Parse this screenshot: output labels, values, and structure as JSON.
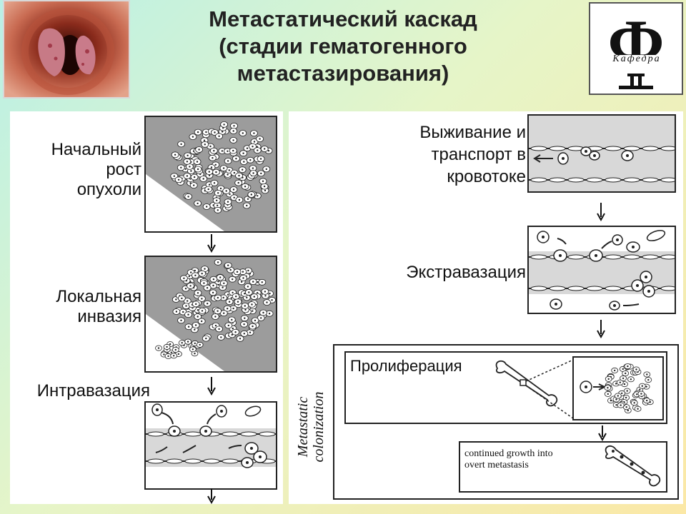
{
  "header": {
    "title_line1": "Метастатический каскад",
    "title_line2": "(стадии гематогенного",
    "title_line3": "метастазирования)"
  },
  "logo": {
    "caption": "Кафедра"
  },
  "left_panel": {
    "stage1": {
      "line1": "Начальный",
      "line2": "рост",
      "line3": "опухоли"
    },
    "stage2": {
      "line1": "Локальная",
      "line2": "инвазия"
    },
    "stage3": {
      "label": "Интравазация"
    }
  },
  "right_panel": {
    "stage4": {
      "line1": "Выживание и",
      "line2": "транспорт в",
      "line3": "кровотоке"
    },
    "stage5": {
      "label": "Экстравазация"
    },
    "stage6": {
      "label": "Пролиферация"
    },
    "side_label_line1": "Metastatic",
    "side_label_line2": "colonization",
    "final_box": {
      "line1": "continued growth into",
      "line2": "overt metastasis"
    }
  },
  "colors": {
    "tissue": "#9c9c9c",
    "vessel": "#d8d8d8",
    "outline": "#222222"
  },
  "icons": [
    "down-arrow-icon",
    "bone-icon",
    "tumor-cell-icon",
    "endothelial-cell-icon"
  ]
}
